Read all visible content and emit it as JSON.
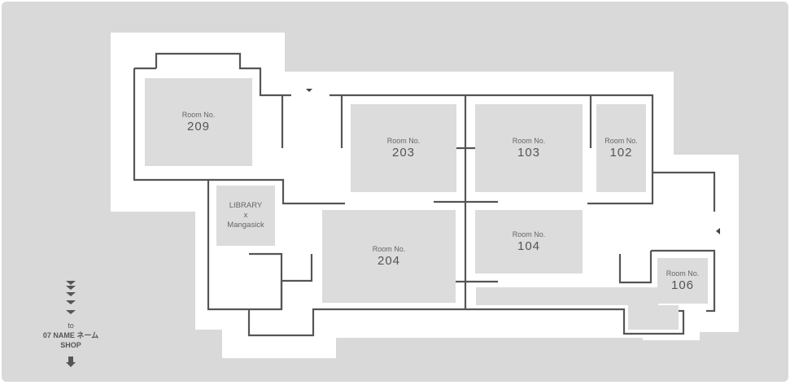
{
  "map": {
    "background_color": "#d9d9d9",
    "floor_color": "#ffffff",
    "room_color": "#dcdcdc",
    "wall_color": "#555555"
  },
  "rooms": [
    {
      "id": "209",
      "label": "Room No.",
      "number": "209"
    },
    {
      "id": "203",
      "label": "Room No.",
      "number": "203"
    },
    {
      "id": "103",
      "label": "Room No.",
      "number": "103"
    },
    {
      "id": "102",
      "label": "Room No.",
      "number": "102"
    },
    {
      "id": "204",
      "label": "Room No.",
      "number": "204"
    },
    {
      "id": "104",
      "label": "Room No.",
      "number": "104"
    },
    {
      "id": "106",
      "label": "Room No.",
      "number": "106"
    }
  ],
  "library": {
    "line1": "LIBRARY",
    "line2": "x",
    "line3": "Mangasick"
  },
  "exit": {
    "to": "to",
    "line1": "07 NAME ネーム",
    "line2": "SHOP",
    "icon": "down-arrow-icon"
  },
  "entrances": [
    {
      "name": "top-entrance-arrow",
      "direction": "down"
    },
    {
      "name": "right-entrance-arrow",
      "direction": "left"
    }
  ]
}
